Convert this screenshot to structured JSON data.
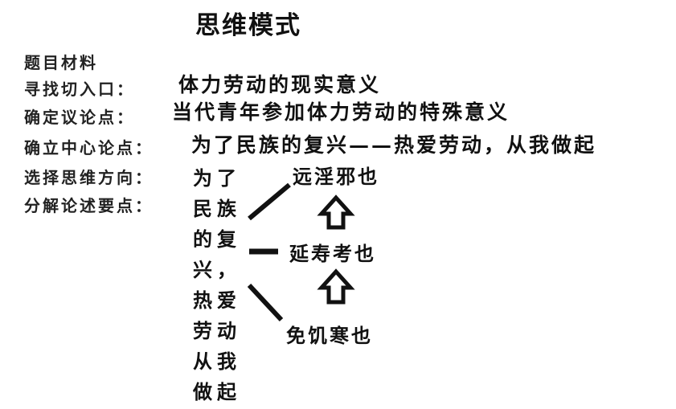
{
  "title": "思维模式",
  "rows": [
    {
      "label": "题目材料",
      "value": ""
    },
    {
      "label": "寻找切入口：",
      "value": "体力劳动的现实意义"
    },
    {
      "label": "确定议论点：",
      "value": "当代青年参加体力劳动的特殊意义"
    },
    {
      "label": "确立中心论点：",
      "value": "为了民族的复兴——热爱劳动，从我做起"
    },
    {
      "label": "选择思维方向：",
      "value": ""
    },
    {
      "label": "分解论述要点：",
      "value": ""
    }
  ],
  "center_column": [
    "为了",
    "民族",
    "的复",
    "兴，",
    "热爱",
    "劳动",
    "从我",
    "做起"
  ],
  "branches": [
    "远淫邪也",
    "延寿考也",
    "免饥寒也"
  ]
}
